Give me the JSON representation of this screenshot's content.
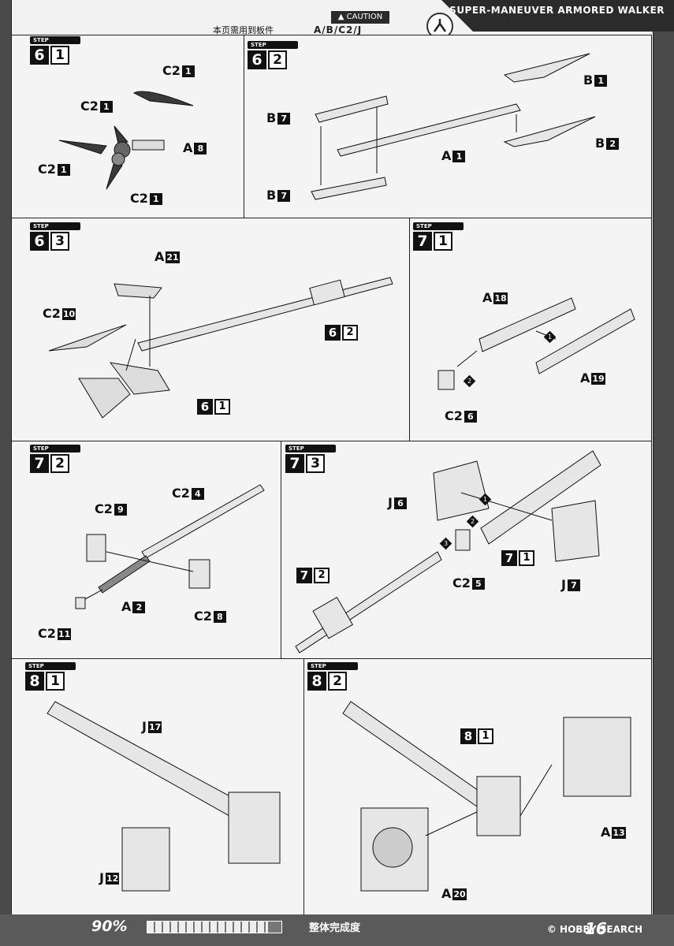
{
  "header": {
    "brand": "SUPER-MANEUVER ARMORED WALKER",
    "caution": "▲ CAUTION",
    "required_sprues_label": "本页需用到板件",
    "parts_code": "A/B/C2/J"
  },
  "step_label": "STEP",
  "steps": [
    {
      "id": "6-1",
      "num": "6",
      "sub": "1",
      "labels": [
        [
          "C2",
          "1"
        ],
        [
          "C2",
          "1"
        ],
        [
          "A",
          "8"
        ],
        [
          "C2",
          "1"
        ],
        [
          "C2",
          "1"
        ]
      ]
    },
    {
      "id": "6-2",
      "num": "6",
      "sub": "2",
      "labels": [
        [
          "B",
          "1"
        ],
        [
          "B",
          "7"
        ],
        [
          "A",
          "1"
        ],
        [
          "B",
          "2"
        ],
        [
          "B",
          "7"
        ]
      ]
    },
    {
      "id": "6-3",
      "num": "6",
      "sub": "3",
      "labels": [
        [
          "A",
          "21"
        ],
        [
          "C2",
          "10"
        ]
      ],
      "refs": [
        [
          "6",
          "2"
        ],
        [
          "6",
          "1"
        ]
      ]
    },
    {
      "id": "7-1",
      "num": "7",
      "sub": "1",
      "labels": [
        [
          "A",
          "18"
        ],
        [
          "A",
          "19"
        ],
        [
          "C2",
          "6"
        ]
      ],
      "circles": [
        "1",
        "2"
      ]
    },
    {
      "id": "7-2",
      "num": "7",
      "sub": "2",
      "labels": [
        [
          "C2",
          "4"
        ],
        [
          "C2",
          "9"
        ],
        [
          "A",
          "2"
        ],
        [
          "C2",
          "8"
        ],
        [
          "C2",
          "11"
        ]
      ]
    },
    {
      "id": "7-3",
      "num": "7",
      "sub": "3",
      "labels": [
        [
          "J",
          "6"
        ],
        [
          "C2",
          "5"
        ],
        [
          "J",
          "7"
        ]
      ],
      "refs": [
        [
          "7",
          "1"
        ],
        [
          "7",
          "2"
        ]
      ],
      "circles": [
        "1",
        "2",
        "3"
      ]
    },
    {
      "id": "8-1",
      "num": "8",
      "sub": "1",
      "labels": [
        [
          "J",
          "17"
        ],
        [
          "J",
          "12"
        ]
      ]
    },
    {
      "id": "8-2",
      "num": "8",
      "sub": "2",
      "labels": [
        [
          "A",
          "13"
        ],
        [
          "A",
          "20"
        ]
      ],
      "refs": [
        [
          "8",
          "1"
        ]
      ]
    }
  ],
  "footer": {
    "percent": "90%",
    "progress": 0.9,
    "complete_label": "整体完成度",
    "page_number": "16",
    "watermark": "© HOBBY SEARCH"
  }
}
